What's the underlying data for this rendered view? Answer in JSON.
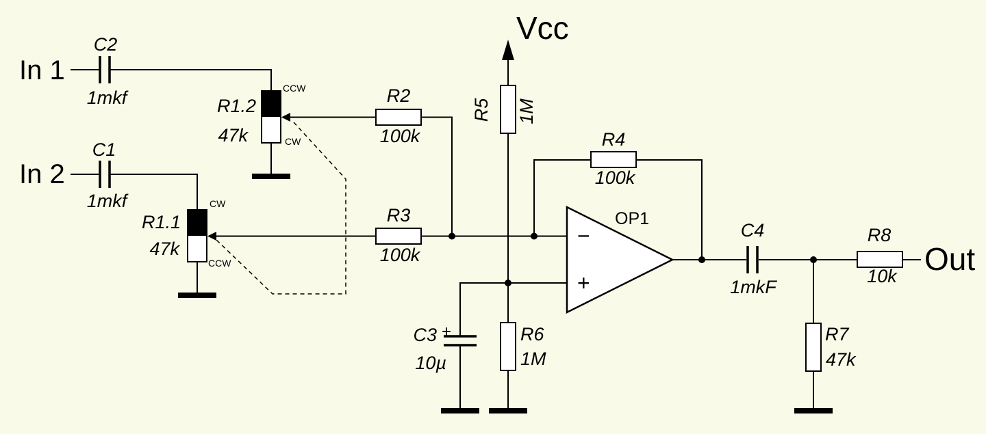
{
  "colors": {
    "background": "#FAFAE8",
    "ink": "#000000"
  },
  "ports": {
    "in1": "In 1",
    "in2": "In 2",
    "vcc": "Vcc",
    "out": "Out"
  },
  "components": {
    "c2": {
      "ref": "C2",
      "value": "1mkf"
    },
    "c1": {
      "ref": "C1",
      "value": "1mkf"
    },
    "c3": {
      "ref": "C3",
      "value": "10µ",
      "polarity": "+"
    },
    "c4": {
      "ref": "C4",
      "value": "1mkF"
    },
    "pot_r12": {
      "ref": "R1.2",
      "value": "47k",
      "top_mark": "CCW",
      "bottom_mark": "CW"
    },
    "pot_r11": {
      "ref": "R1.1",
      "value": "47k",
      "top_mark": "CW",
      "bottom_mark": "CCW"
    },
    "r2": {
      "ref": "R2",
      "value": "100k"
    },
    "r3": {
      "ref": "R3",
      "value": "100k"
    },
    "r4": {
      "ref": "R4",
      "value": "100k"
    },
    "r5": {
      "ref": "R5",
      "value": "1M"
    },
    "r6": {
      "ref": "R6",
      "value": "1M"
    },
    "r7": {
      "ref": "R7",
      "value": "47k"
    },
    "r8": {
      "ref": "R8",
      "value": "10k"
    },
    "op1": {
      "ref": "OP1",
      "inverting_mark": "−",
      "noninverting_mark": "+"
    }
  }
}
